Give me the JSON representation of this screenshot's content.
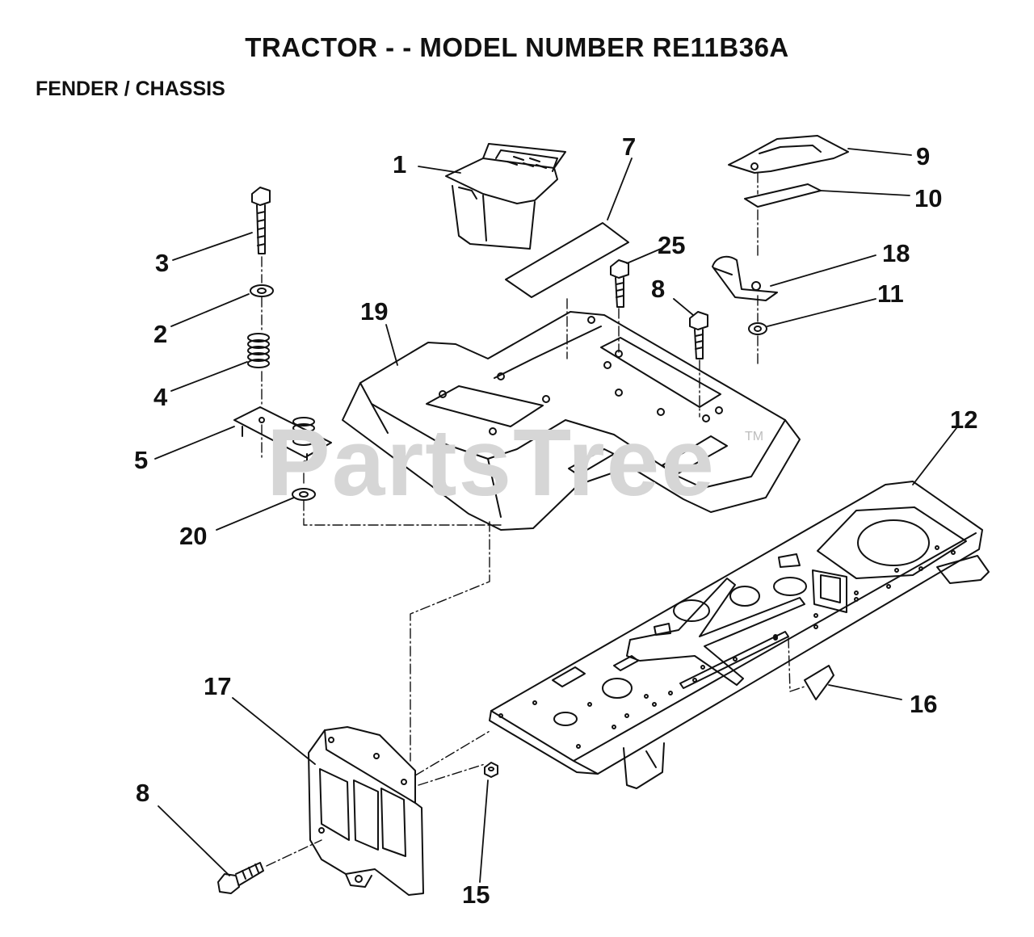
{
  "header": {
    "title": "TRACTOR - - MODEL NUMBER RE11B36A",
    "section": "FENDER / CHASSIS"
  },
  "watermark": {
    "text": "PartsTree",
    "tm": "TM"
  },
  "callouts": [
    {
      "key": "p1",
      "label": "1"
    },
    {
      "key": "p7",
      "label": "7"
    },
    {
      "key": "p9",
      "label": "9"
    },
    {
      "key": "p10",
      "label": "10"
    },
    {
      "key": "p3",
      "label": "3"
    },
    {
      "key": "p25",
      "label": "25"
    },
    {
      "key": "p18",
      "label": "18"
    },
    {
      "key": "p8a",
      "label": "8"
    },
    {
      "key": "p11",
      "label": "11"
    },
    {
      "key": "p19",
      "label": "19"
    },
    {
      "key": "p2",
      "label": "2"
    },
    {
      "key": "p4",
      "label": "4"
    },
    {
      "key": "p12",
      "label": "12"
    },
    {
      "key": "p5",
      "label": "5"
    },
    {
      "key": "p20",
      "label": "20"
    },
    {
      "key": "p17",
      "label": "17"
    },
    {
      "key": "p16",
      "label": "16"
    },
    {
      "key": "p8b",
      "label": "8"
    },
    {
      "key": "p15",
      "label": "15"
    }
  ]
}
